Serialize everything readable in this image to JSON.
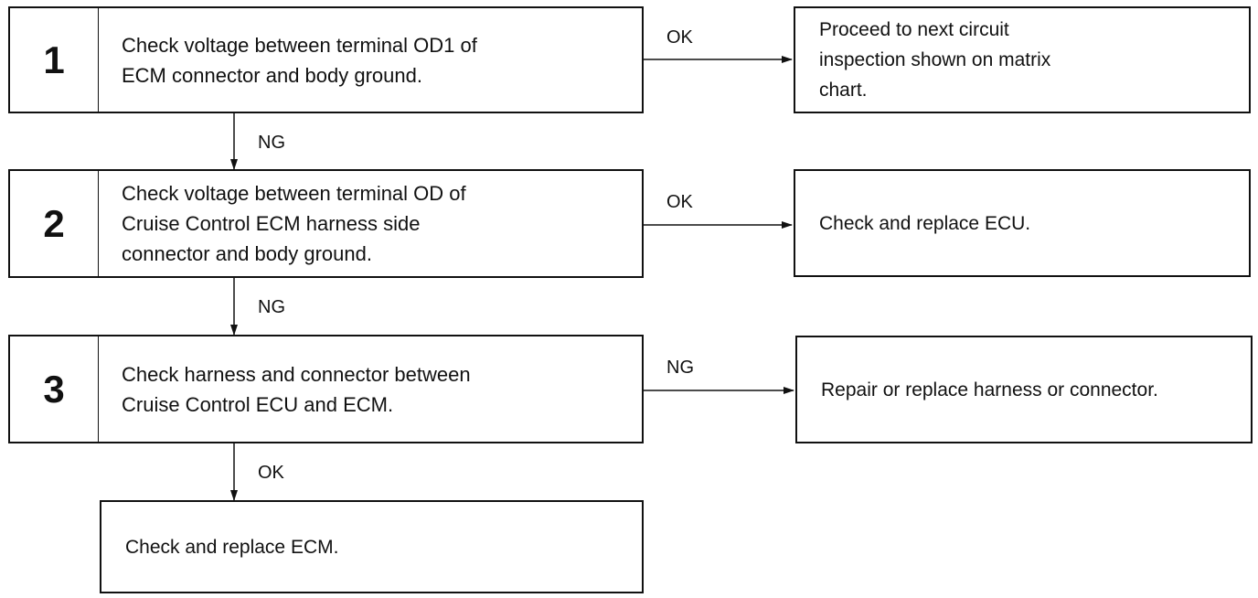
{
  "steps": [
    {
      "number": "1",
      "text": "Check voltage between terminal OD1 of\nECM connector and body ground."
    },
    {
      "number": "2",
      "text": "Check voltage between terminal OD of\nCruise Control ECM harness side\nconnector and body ground."
    },
    {
      "number": "3",
      "text": "Check harness and connector between\nCruise Control ECU and ECM."
    }
  ],
  "results": [
    "Proceed to next circuit\ninspection shown on matrix\nchart.",
    "Check and replace ECU.",
    "Repair or replace harness or connector.",
    "Check and replace ECM."
  ],
  "labels": {
    "s1_ok": "OK",
    "s1_ng": "NG",
    "s2_ok": "OK",
    "s2_ng": "NG",
    "s3_ng": "NG",
    "s3_ok": "OK"
  }
}
